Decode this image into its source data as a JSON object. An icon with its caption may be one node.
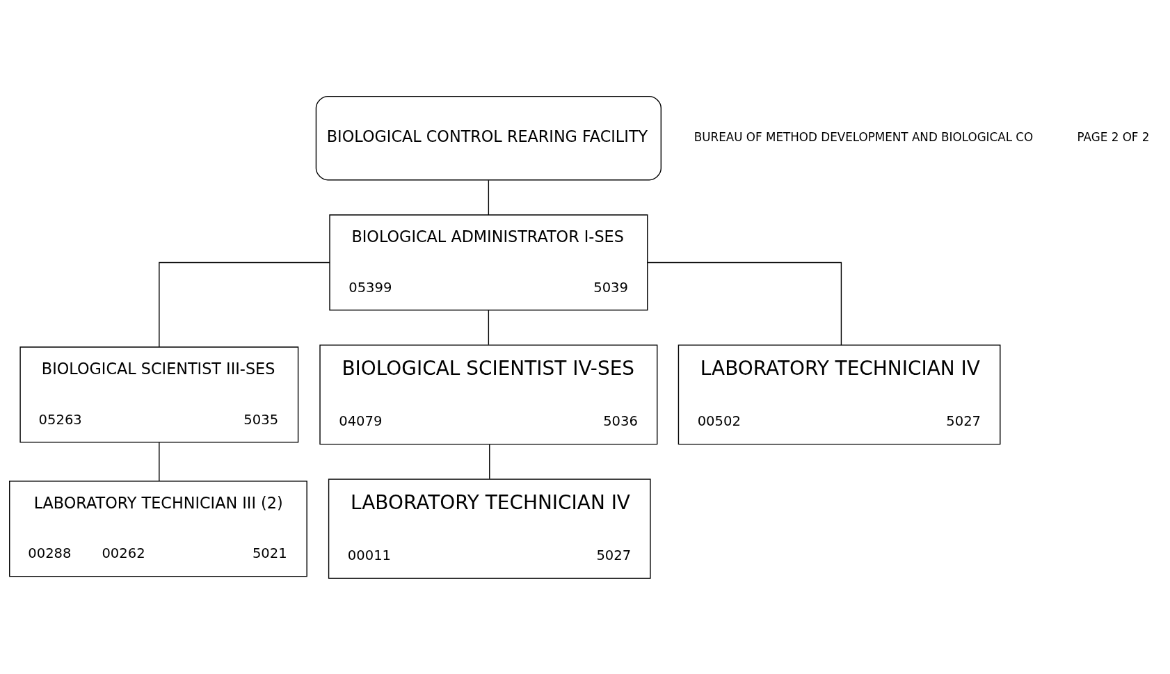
{
  "diagram": {
    "nodes": [
      {
        "text": [
          "BIOLOGICAL CONTROL REARING FACILITY"
        ]
      },
      {
        "text": [
          "BIOLOGICAL ADMINISTRATOR I-SES",
          "05399",
          "5039"
        ]
      },
      {
        "text": [
          "BIOLOGICAL SCIENTIST III-SES",
          "05263",
          "5035"
        ]
      },
      {
        "text": [
          "BIOLOGICAL SCIENTIST IV-SES",
          "04079",
          "5036"
        ]
      },
      {
        "text": [
          "LABORATORY TECHNICIAN IV",
          "00502",
          "5027"
        ]
      },
      {
        "text": [
          "LABORATORY TECHNICIAN III (2)",
          "00288",
          "00262",
          "5021"
        ]
      },
      {
        "text": [
          "LABORATORY TECHNICIAN IV",
          "00011",
          "5027"
        ]
      }
    ],
    "edges": [
      {
        "from": 0,
        "to": 1,
        "arrow": "none"
      },
      {
        "from": 1,
        "to": 2,
        "arrow": "none"
      },
      {
        "from": 1,
        "to": 3,
        "arrow": "none"
      },
      {
        "from": 1,
        "to": 4,
        "arrow": "none"
      },
      {
        "from": 2,
        "to": 5,
        "arrow": "none"
      },
      {
        "from": 3,
        "to": 6,
        "arrow": "none"
      }
    ],
    "labels": [
      "BUREAU OF METHOD DEVELOPMENT AND BIOLOGICAL CO",
      "PAGE 2 OF 2"
    ]
  }
}
